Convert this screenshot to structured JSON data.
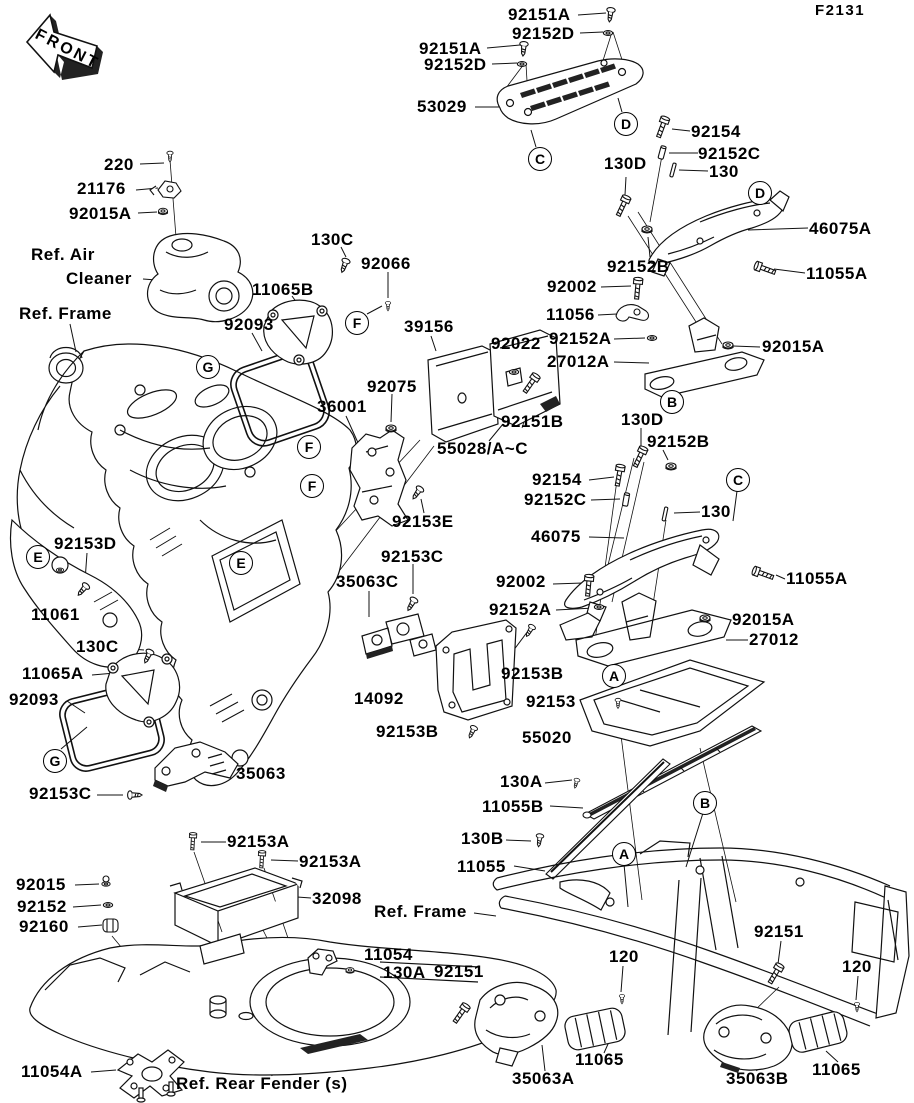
{
  "page": {
    "figure_code": "F2131",
    "front_label": "FRONT"
  },
  "labels": [
    {
      "id": "92151A-top",
      "text": "92151A"
    },
    {
      "id": "92152D-top",
      "text": "92152D"
    },
    {
      "id": "92151A-2",
      "text": "92151A"
    },
    {
      "id": "92152D-2",
      "text": "92152D"
    },
    {
      "id": "53029",
      "text": "53029"
    },
    {
      "id": "figure-code",
      "text": "F2131"
    },
    {
      "id": "92154",
      "text": "92154"
    },
    {
      "id": "92152C",
      "text": "92152C"
    },
    {
      "id": "130D",
      "text": "130D"
    },
    {
      "id": "130",
      "text": "130"
    },
    {
      "id": "46075A",
      "text": "46075A"
    },
    {
      "id": "11055A",
      "text": "11055A"
    },
    {
      "id": "92152B",
      "text": "92152B"
    },
    {
      "id": "220",
      "text": "220"
    },
    {
      "id": "21176",
      "text": "21176"
    },
    {
      "id": "92015A",
      "text": "92015A"
    },
    {
      "id": "ref-air",
      "text": "Ref. Air"
    },
    {
      "id": "ref-air-2",
      "text": "Cleaner"
    },
    {
      "id": "ref-frame",
      "text": "Ref. Frame"
    },
    {
      "id": "130C",
      "text": "130C"
    },
    {
      "id": "92066",
      "text": "92066"
    },
    {
      "id": "11065B",
      "text": "11065B"
    },
    {
      "id": "92093",
      "text": "92093"
    },
    {
      "id": "39156",
      "text": "39156"
    },
    {
      "id": "92022",
      "text": "92022"
    },
    {
      "id": "92002",
      "text": "92002"
    },
    {
      "id": "11056",
      "text": "11056"
    },
    {
      "id": "92152A",
      "text": "92152A"
    },
    {
      "id": "27012A",
      "text": "27012A"
    },
    {
      "id": "92015A-2",
      "text": "92015A"
    },
    {
      "id": "92075",
      "text": "92075"
    },
    {
      "id": "36001",
      "text": "36001"
    },
    {
      "id": "92151B",
      "text": "92151B"
    },
    {
      "id": "55028",
      "text": "55028/A~C"
    },
    {
      "id": "130D-2",
      "text": "130D"
    },
    {
      "id": "92152B-2",
      "text": "92152B"
    },
    {
      "id": "92154-2",
      "text": "92154"
    },
    {
      "id": "92152C-2",
      "text": "92152C"
    },
    {
      "id": "130-2",
      "text": "130"
    },
    {
      "id": "46075",
      "text": "46075"
    },
    {
      "id": "11055A-2",
      "text": "11055A"
    },
    {
      "id": "92002-2",
      "text": "92002"
    },
    {
      "id": "92152A-2",
      "text": "92152A"
    },
    {
      "id": "92015A-3",
      "text": "92015A"
    },
    {
      "id": "27012",
      "text": "27012"
    },
    {
      "id": "92153D",
      "text": "92153D"
    },
    {
      "id": "11061",
      "text": "11061"
    },
    {
      "id": "92153E",
      "text": "92153E"
    },
    {
      "id": "92153C",
      "text": "92153C"
    },
    {
      "id": "35063C",
      "text": "35063C"
    },
    {
      "id": "92153B",
      "text": "92153B"
    },
    {
      "id": "130C-2",
      "text": "130C"
    },
    {
      "id": "11065A",
      "text": "11065A"
    },
    {
      "id": "92093-2",
      "text": "92093"
    },
    {
      "id": "14092",
      "text": "14092"
    },
    {
      "id": "92153B-2",
      "text": "92153B"
    },
    {
      "id": "92153",
      "text": "92153"
    },
    {
      "id": "55020",
      "text": "55020"
    },
    {
      "id": "35063",
      "text": "35063"
    },
    {
      "id": "92153C-2",
      "text": "92153C"
    },
    {
      "id": "130A",
      "text": "130A"
    },
    {
      "id": "11055B",
      "text": "11055B"
    },
    {
      "id": "130B",
      "text": "130B"
    },
    {
      "id": "11055",
      "text": "11055"
    },
    {
      "id": "92153A",
      "text": "92153A"
    },
    {
      "id": "92153A-2",
      "text": "92153A"
    },
    {
      "id": "92015",
      "text": "92015"
    },
    {
      "id": "92152",
      "text": "92152"
    },
    {
      "id": "92160",
      "text": "92160"
    },
    {
      "id": "32098",
      "text": "32098"
    },
    {
      "id": "ref-frame-2",
      "text": "Ref. Frame"
    },
    {
      "id": "11054",
      "text": "11054"
    },
    {
      "id": "130A-2",
      "text": "130A"
    },
    {
      "id": "92151",
      "text": "92151"
    },
    {
      "id": "92151-2",
      "text": "92151"
    },
    {
      "id": "120",
      "text": "120"
    },
    {
      "id": "120-2",
      "text": "120"
    },
    {
      "id": "11054A",
      "text": "11054A"
    },
    {
      "id": "ref-rear-fender",
      "text": "Ref. Rear Fender (s)"
    },
    {
      "id": "35063A",
      "text": "35063A"
    },
    {
      "id": "11065",
      "text": "11065"
    },
    {
      "id": "35063B",
      "text": "35063B"
    },
    {
      "id": "11065-2",
      "text": "11065"
    }
  ],
  "view_circles": [
    "C",
    "D",
    "D",
    "F",
    "G",
    "F",
    "F",
    "B",
    "C",
    "E",
    "E",
    "A",
    "B",
    "A",
    "G"
  ]
}
